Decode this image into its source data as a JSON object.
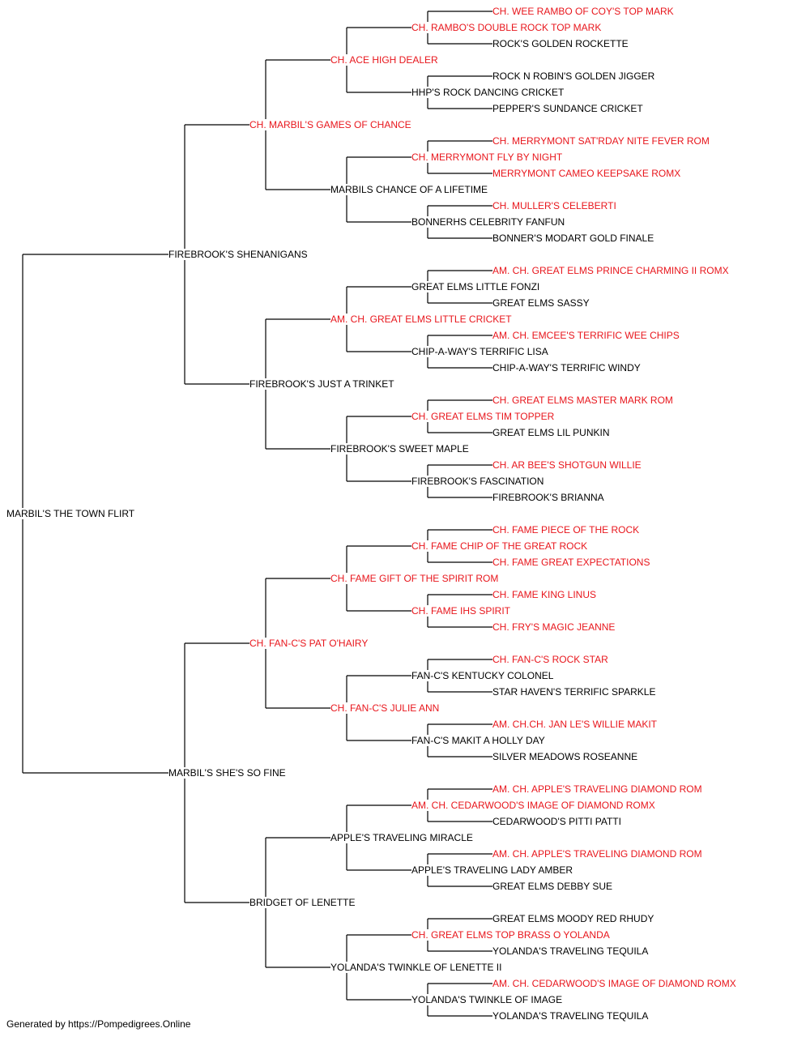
{
  "pedigree": {
    "subject": {
      "name": "MARBIL'S THE TOWN FLIRT",
      "champion": false
    },
    "generations": [
      [
        {
          "name": "FIREBROOK'S SHENANIGANS",
          "champion": false
        },
        {
          "name": "MARBIL'S SHE'S SO FINE",
          "champion": false
        }
      ],
      [
        {
          "name": "CH. MARBIL'S GAMES OF CHANCE",
          "champion": true
        },
        {
          "name": "FIREBROOK'S JUST A TRINKET",
          "champion": false
        },
        {
          "name": "CH. FAN-C'S PAT O'HAIRY",
          "champion": true
        },
        {
          "name": "BRIDGET OF LENETTE",
          "champion": false
        }
      ],
      [
        {
          "name": "CH. ACE HIGH DEALER",
          "champion": true
        },
        {
          "name": "MARBILS CHANCE OF A LIFETIME",
          "champion": false
        },
        {
          "name": "AM. CH. GREAT ELMS LITTLE CRICKET",
          "champion": true
        },
        {
          "name": "FIREBROOK'S SWEET MAPLE",
          "champion": false
        },
        {
          "name": "CH. FAME GIFT OF THE SPIRIT ROM",
          "champion": true
        },
        {
          "name": "CH. FAN-C'S JULIE ANN",
          "champion": true
        },
        {
          "name": "APPLE'S TRAVELING MIRACLE",
          "champion": false
        },
        {
          "name": "YOLANDA'S TWINKLE OF LENETTE II",
          "champion": false
        }
      ],
      [
        {
          "name": "CH. RAMBO'S DOUBLE ROCK TOP MARK",
          "champion": true
        },
        {
          "name": "HHP'S ROCK DANCING CRICKET",
          "champion": false
        },
        {
          "name": "CH. MERRYMONT FLY BY NIGHT",
          "champion": true
        },
        {
          "name": "BONNERHS CELEBRITY FANFUN",
          "champion": false
        },
        {
          "name": "GREAT ELMS LITTLE FONZI",
          "champion": false
        },
        {
          "name": "CHIP-A-WAY'S TERRIFIC LISA",
          "champion": false
        },
        {
          "name": "CH. GREAT ELMS TIM TOPPER",
          "champion": true
        },
        {
          "name": "FIREBROOK'S FASCINATION",
          "champion": false
        },
        {
          "name": "CH. FAME CHIP OF THE GREAT ROCK",
          "champion": true
        },
        {
          "name": "CH. FAME IHS SPIRIT",
          "champion": true
        },
        {
          "name": "FAN-C'S KENTUCKY COLONEL",
          "champion": false
        },
        {
          "name": "FAN-C'S MAKIT A HOLLY DAY",
          "champion": false
        },
        {
          "name": "AM. CH. CEDARWOOD'S IMAGE OF DIAMOND ROMX",
          "champion": true
        },
        {
          "name": "APPLE'S TRAVELING LADY AMBER",
          "champion": false
        },
        {
          "name": "CH. GREAT ELMS TOP BRASS O YOLANDA",
          "champion": true
        },
        {
          "name": "YOLANDA'S TWINKLE OF IMAGE",
          "champion": false
        }
      ],
      [
        {
          "name": "CH. WEE RAMBO OF COY'S TOP MARK",
          "champion": true
        },
        {
          "name": "ROCK'S GOLDEN ROCKETTE",
          "champion": false
        },
        {
          "name": "ROCK N ROBIN'S GOLDEN JIGGER",
          "champion": false
        },
        {
          "name": "PEPPER'S SUNDANCE CRICKET",
          "champion": false
        },
        {
          "name": "CH. MERRYMONT SAT'RDAY NITE FEVER ROM",
          "champion": true
        },
        {
          "name": "MERRYMONT CAMEO KEEPSAKE ROMX",
          "champion": true
        },
        {
          "name": "CH. MULLER'S CELEBERTI",
          "champion": true
        },
        {
          "name": "BONNER'S MODART GOLD FINALE",
          "champion": false
        },
        {
          "name": "AM. CH. GREAT ELMS PRINCE CHARMING II ROMX",
          "champion": true
        },
        {
          "name": "GREAT ELMS SASSY",
          "champion": false
        },
        {
          "name": "AM. CH. EMCEE'S TERRIFIC WEE CHIPS",
          "champion": true
        },
        {
          "name": "CHIP-A-WAY'S TERRIFIC WINDY",
          "champion": false
        },
        {
          "name": "CH. GREAT ELMS MASTER MARK ROM",
          "champion": true
        },
        {
          "name": "GREAT ELMS LIL PUNKIN",
          "champion": false
        },
        {
          "name": "CH. AR BEE'S SHOTGUN WILLIE",
          "champion": true
        },
        {
          "name": "FIREBROOK'S BRIANNA",
          "champion": false
        },
        {
          "name": "CH. FAME PIECE OF THE ROCK",
          "champion": true
        },
        {
          "name": "CH. FAME GREAT EXPECTATIONS",
          "champion": true
        },
        {
          "name": "CH. FAME KING LINUS",
          "champion": true
        },
        {
          "name": "CH. FRY'S MAGIC JEANNE",
          "champion": true
        },
        {
          "name": "CH. FAN-C'S ROCK STAR",
          "champion": true
        },
        {
          "name": "STAR HAVEN'S TERRIFIC SPARKLE",
          "champion": false
        },
        {
          "name": "AM. CH.CH. JAN LE'S WILLIE MAKIT",
          "champion": true
        },
        {
          "name": "SILVER MEADOWS ROSEANNE",
          "champion": false
        },
        {
          "name": "AM. CH. APPLE'S TRAVELING DIAMOND ROM",
          "champion": true
        },
        {
          "name": "CEDARWOOD'S PITTI PATTI",
          "champion": false
        },
        {
          "name": "AM. CH. APPLE'S TRAVELING DIAMOND ROM",
          "champion": true
        },
        {
          "name": "GREAT ELMS DEBBY SUE",
          "champion": false
        },
        {
          "name": "GREAT ELMS MOODY RED RHUDY",
          "champion": false
        },
        {
          "name": "YOLANDA'S TRAVELING TEQUILA",
          "champion": false
        },
        {
          "name": "AM. CH. CEDARWOOD'S IMAGE OF DIAMOND ROMX",
          "champion": true
        },
        {
          "name": "YOLANDA'S TRAVELING TEQUILA",
          "champion": false
        }
      ]
    ]
  },
  "colors": {
    "champion": "#e8161c",
    "regular": "#000000",
    "connector": "#000000"
  },
  "footer": {
    "text": "Generated by https://Pompedigrees.Online"
  }
}
